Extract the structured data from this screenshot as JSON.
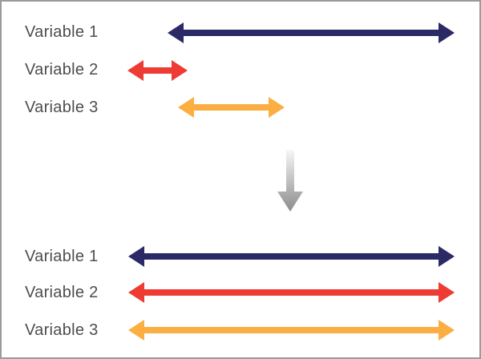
{
  "colors": {
    "navy": "#2b2a66",
    "red": "#ee3b33",
    "orange": "#fbae42",
    "transform_arrow_top": "#f7f7f7",
    "transform_arrow_bottom": "#8a8a8a",
    "label_text": "#4d4d4d",
    "border": "#9b9b9b"
  },
  "before": {
    "rows": [
      {
        "label": "Variable 1",
        "color": "navy"
      },
      {
        "label": "Variable 2",
        "color": "red"
      },
      {
        "label": "Variable 3",
        "color": "orange"
      }
    ]
  },
  "after": {
    "rows": [
      {
        "label": "Variable 1",
        "color": "navy"
      },
      {
        "label": "Variable 2",
        "color": "red"
      },
      {
        "label": "Variable 3",
        "color": "orange"
      }
    ]
  }
}
